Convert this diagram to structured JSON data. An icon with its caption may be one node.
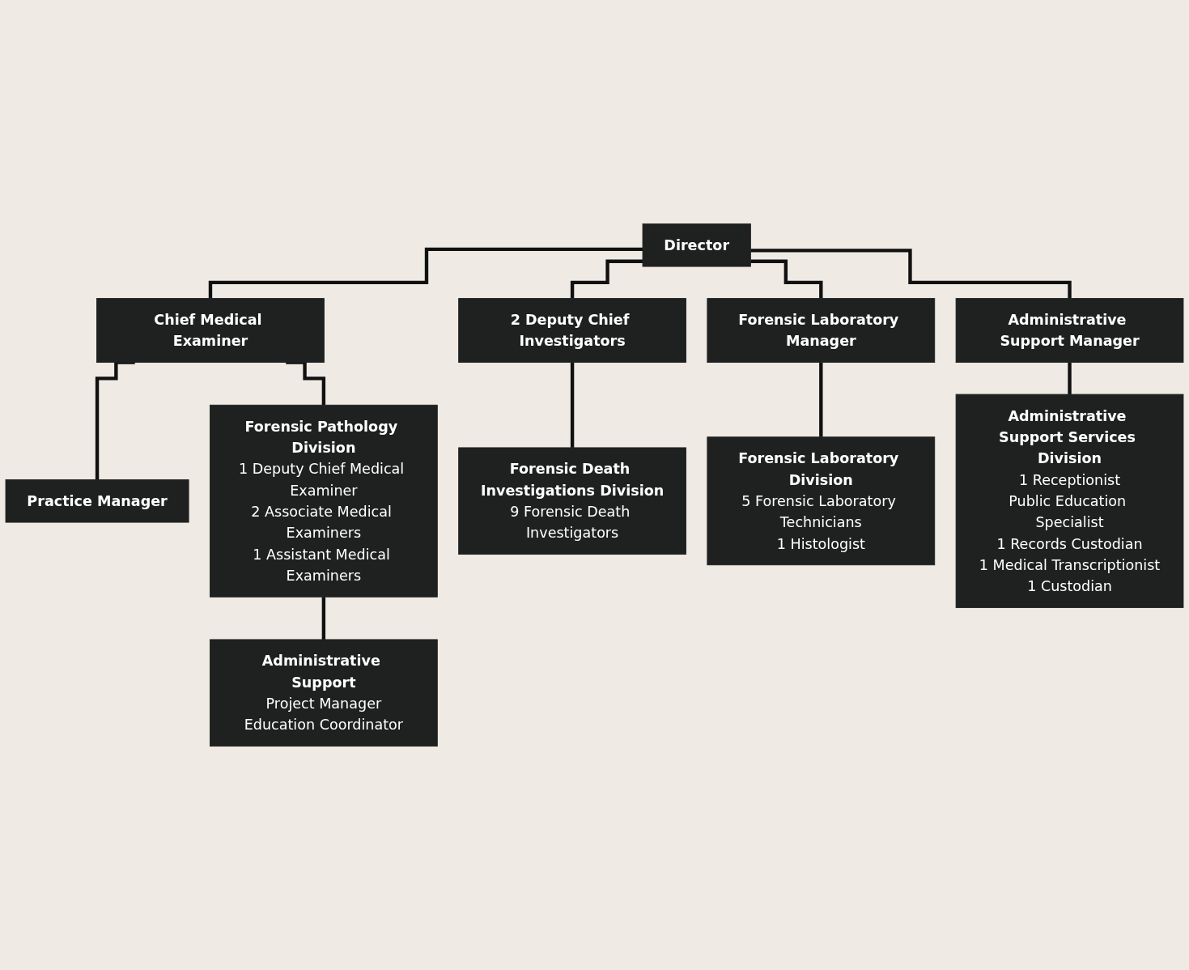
{
  "diagram": {
    "nodes": [
      {
        "text": [
          "Director"
        ]
      },
      {
        "text": [
          "Chief Medical Examiner"
        ]
      },
      {
        "text": [
          "Practice Manager"
        ]
      },
      {
        "text": [
          "2 Deputy Chief Investigators"
        ]
      },
      {
        "text": [
          "Forensic Laboratory Manager"
        ]
      },
      {
        "text": [
          "Administrative Support Manager"
        ]
      },
      {
        "text": [
          "Forensic Pathology Division",
          "1 Deputy Chief Medical Examiner",
          "2 Associate Medical Examiners",
          "1 Assistant Medical Examiners"
        ]
      },
      {
        "text": [
          "Forensic Death Investigations Division",
          "9 Forensic Death Investigators"
        ]
      },
      {
        "text": [
          "Forensic Laboratory Division",
          "5 Forensic Laboratory Technicians",
          "1 Histologist"
        ]
      },
      {
        "text": [
          "Administrative Support Services Division",
          "1 Receptionist",
          "Public Education Specialist",
          "1 Records Custodian",
          "1 Medical Transcriptionist",
          "1 Custodian"
        ]
      },
      {
        "text": [
          "Administrative Support",
          "Project Manager",
          "Education Coordinator"
        ]
      }
    ],
    "edges": [
      {
        "from": 0,
        "to": 1,
        "arrow": "none"
      },
      {
        "from": 0,
        "to": 3,
        "arrow": "none"
      },
      {
        "from": 0,
        "to": 4,
        "arrow": "none"
      },
      {
        "from": 0,
        "to": 5,
        "arrow": "none"
      },
      {
        "from": 1,
        "to": 2,
        "arrow": "none"
      },
      {
        "from": 1,
        "to": 6,
        "arrow": "none"
      },
      {
        "from": 3,
        "to": 7,
        "arrow": "none"
      },
      {
        "from": 4,
        "to": 8,
        "arrow": "none"
      },
      {
        "from": 5,
        "to": 9,
        "arrow": "none"
      },
      {
        "from": 6,
        "to": 10,
        "arrow": "none"
      }
    ]
  }
}
